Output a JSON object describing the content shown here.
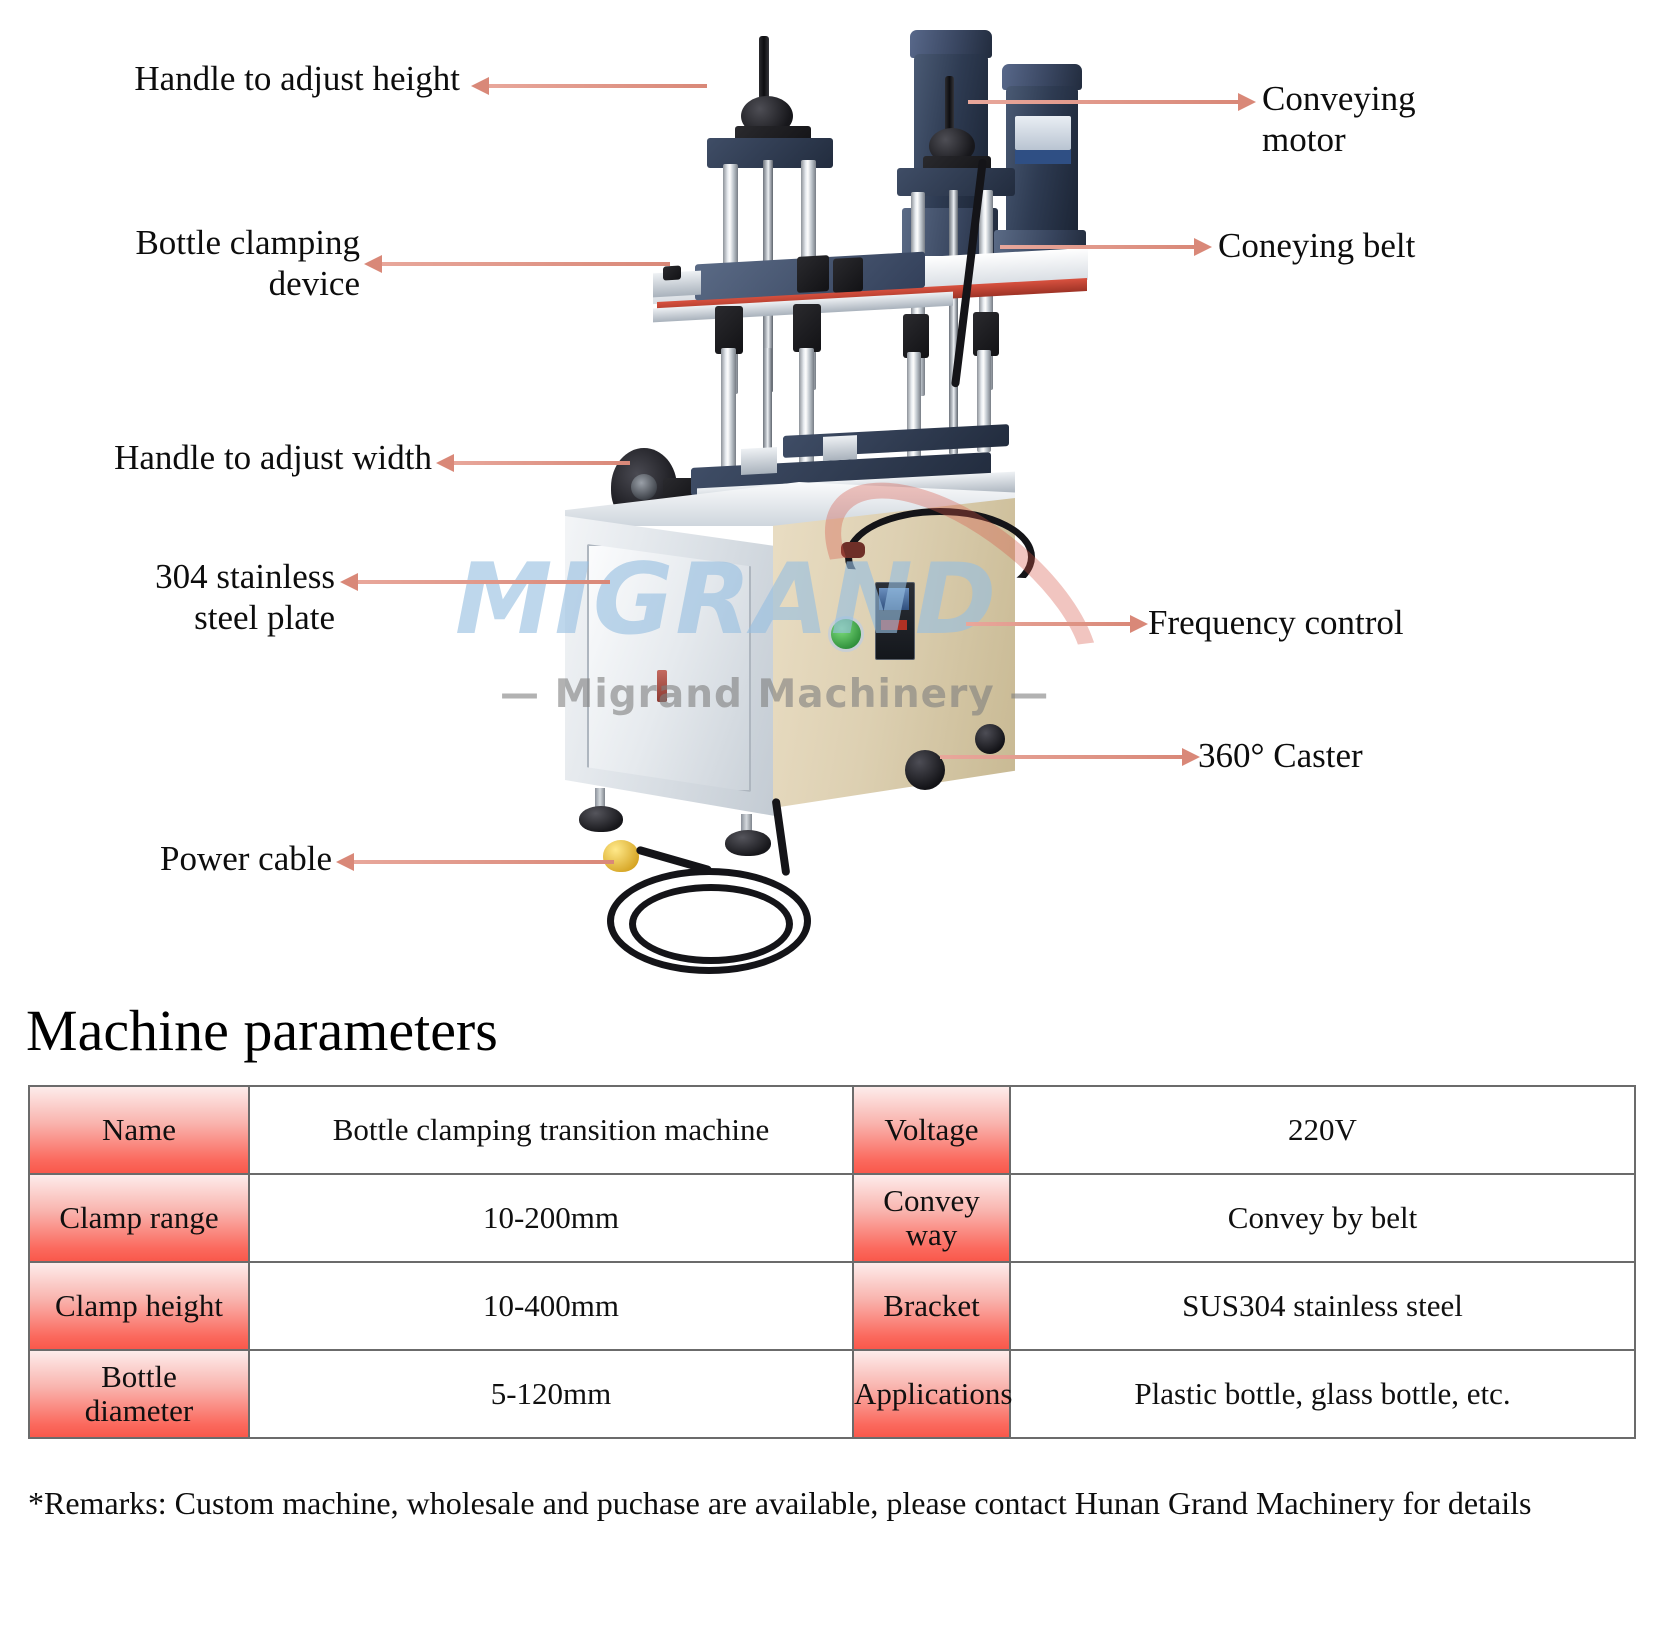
{
  "diagram": {
    "annotations": [
      {
        "id": "handle-height",
        "label": "Handle to adjust height",
        "side": "left"
      },
      {
        "id": "bottle-clamp",
        "label": "Bottle clamping\ndevice",
        "side": "left"
      },
      {
        "id": "handle-width",
        "label": "Handle to adjust width",
        "side": "left"
      },
      {
        "id": "steel-plate",
        "label": "304 stainless\nsteel plate",
        "side": "left"
      },
      {
        "id": "power-cable",
        "label": "Power cable",
        "side": "left"
      },
      {
        "id": "conveying-motor",
        "label": "Conveying\nmotor",
        "side": "right"
      },
      {
        "id": "conveying-belt",
        "label": "Coneying belt",
        "side": "right"
      },
      {
        "id": "frequency-control",
        "label": "Frequency control",
        "side": "right"
      },
      {
        "id": "caster",
        "label": "360° Caster",
        "side": "right"
      }
    ],
    "watermark": {
      "main": "MIGRAND",
      "sub": "—  Migrand Machinery  —",
      "main_color": "#96bfe0",
      "sub_color": "#7e7e7e",
      "swoosh_color": "#d65646"
    },
    "arrow_color": "#d98878"
  },
  "params": {
    "title": "Machine parameters",
    "rows": [
      {
        "k1": "Name",
        "v1": "Bottle clamping transition machine",
        "k2": "Voltage",
        "v2": "220V"
      },
      {
        "k1": "Clamp range",
        "v1": "10-200mm",
        "k2": "Convey\nway",
        "v2": "Convey by belt"
      },
      {
        "k1": "Clamp height",
        "v1": "10-400mm",
        "k2": "Bracket",
        "v2": "SUS304 stainless steel"
      },
      {
        "k1": "Bottle\ndiameter",
        "v1": "5-120mm",
        "k2": "Applications",
        "v2": "Plastic bottle, glass bottle, etc."
      }
    ],
    "header_color": "#fb6a5e",
    "remarks": "*Remarks: Custom machine, wholesale and puchase are available, please contact Hunan Grand Machinery for details"
  }
}
